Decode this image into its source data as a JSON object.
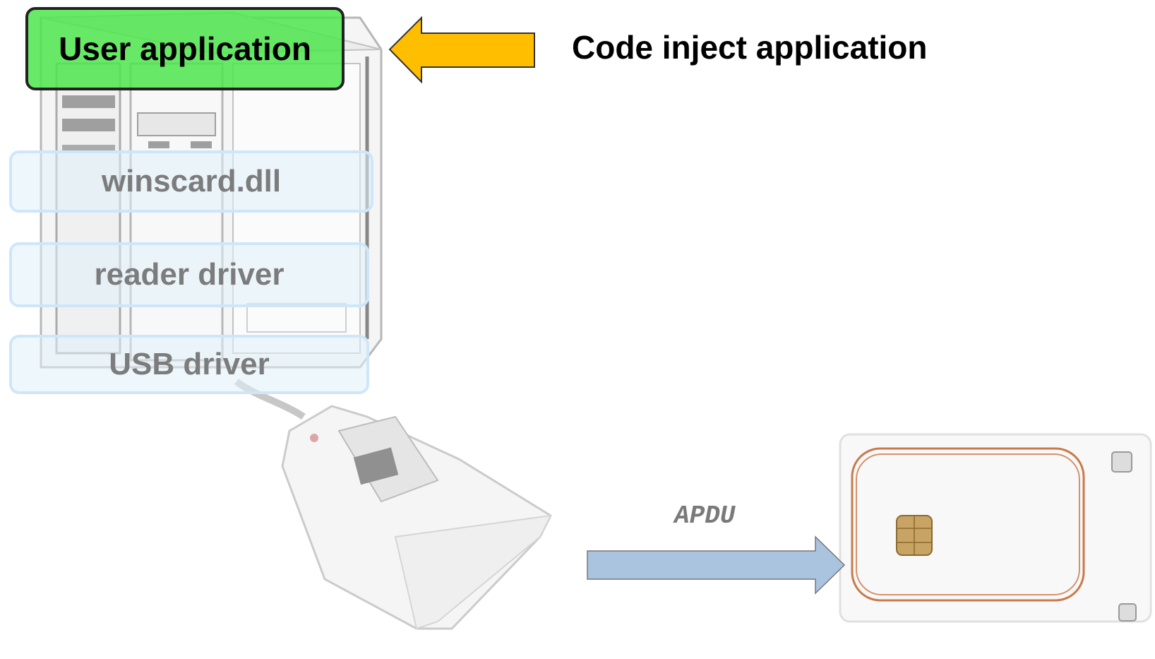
{
  "layers": {
    "user_application": "User application",
    "winscard": "winscard.dll",
    "reader_driver": "reader driver",
    "usb_driver": "USB driver"
  },
  "inject_label": "Code inject application",
  "apdu_label": "APDU",
  "colors": {
    "user_app_fill": "#4ee64e",
    "inject_arrow": "#ffbf00",
    "apdu_arrow": "#aac4e0",
    "layer_border": "#cfe6fa",
    "layer_text": "#7c7c7c"
  }
}
